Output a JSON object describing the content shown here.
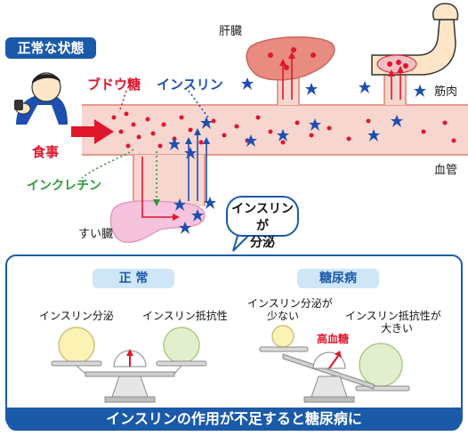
{
  "colors": {
    "accent_blue": "#1a5aa8",
    "insulin_blue": "#1e4fb0",
    "glucose_red": "#e0162b",
    "incretin_green": "#2e9a3a",
    "vessel_pink": "#f7d6cf",
    "organ_red": "#e88c82",
    "pancreas_pink": "#f5c3dc"
  },
  "badge_normal": "正常な状態",
  "labels": {
    "liver": "肝臓",
    "muscle": "筋肉",
    "vessel": "血管",
    "pancreas": "すい臓",
    "meal": "食事",
    "glucose": "ブドウ糖",
    "insulin": "インスリン",
    "incretin": "インクレチン"
  },
  "bubble": {
    "line1": "インスリンが",
    "line2": "分泌"
  },
  "panel_normal": {
    "title": "正 常",
    "left_label": "インスリン分泌",
    "right_label": "インスリン抵抗性"
  },
  "panel_diabetes": {
    "title": "糖尿病",
    "left_label_1": "インスリン分泌が",
    "left_label_2": "少ない",
    "right_label_1": "インスリン抵抗性が",
    "right_label_2": "大きい",
    "gauge_label": "高血糖"
  },
  "footer": "インスリンの作用が不足すると糖尿病に",
  "icons": [
    "person-eating-icon",
    "arm-icon",
    "liver-icon",
    "pancreas-icon",
    "scale-icon",
    "gauge-icon"
  ]
}
